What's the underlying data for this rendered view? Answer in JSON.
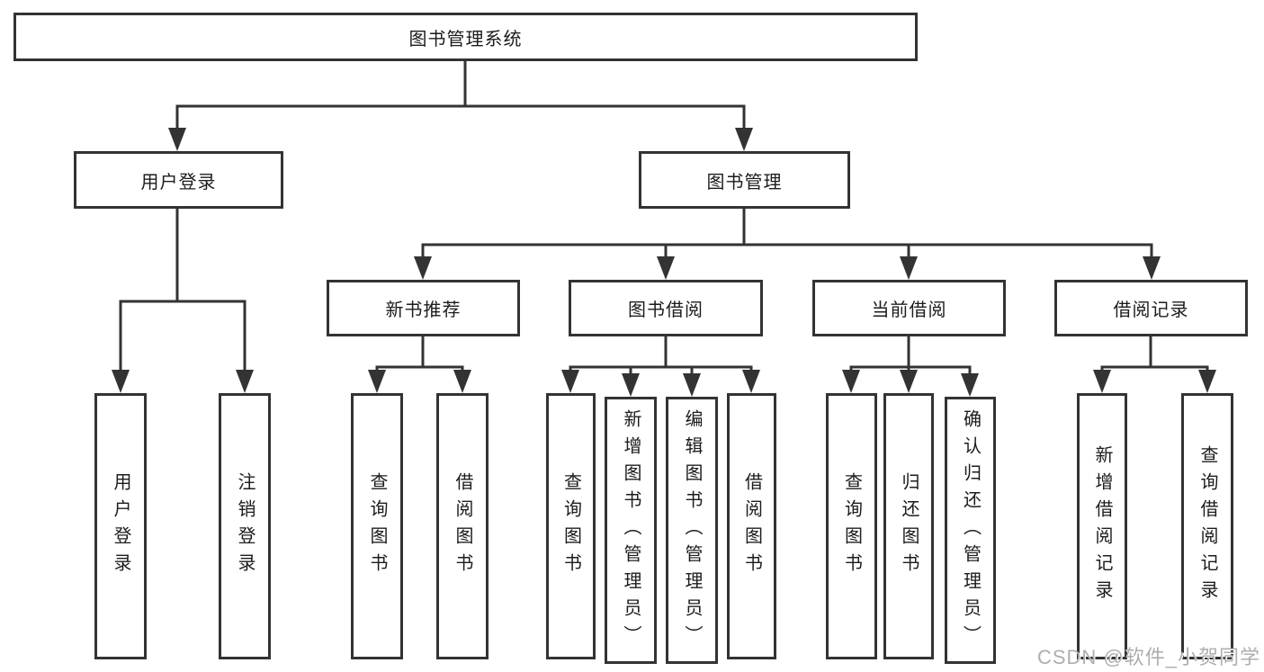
{
  "tree": {
    "root": {
      "label": "图书管理系统",
      "children": [
        {
          "label": "用户登录",
          "children": [
            {
              "label": "用户登录"
            },
            {
              "label": "注销登录"
            }
          ]
        },
        {
          "label": "图书管理",
          "children": [
            {
              "label": "新书推荐",
              "children": [
                {
                  "label": "查询图书"
                },
                {
                  "label": "借阅图书"
                }
              ]
            },
            {
              "label": "图书借阅",
              "children": [
                {
                  "label": "查询图书"
                },
                {
                  "label": "新增图书（管理员）"
                },
                {
                  "label": "编辑图书（管理员）"
                },
                {
                  "label": "借阅图书"
                }
              ]
            },
            {
              "label": "当前借阅",
              "children": [
                {
                  "label": "查询图书"
                },
                {
                  "label": "归还图书"
                },
                {
                  "label": "确认归还（管理员）"
                }
              ]
            },
            {
              "label": "借阅记录",
              "children": [
                {
                  "label": "新增借阅记录"
                },
                {
                  "label": "查询借阅记录"
                }
              ]
            }
          ]
        }
      ]
    }
  },
  "watermark": {
    "text": "CSDN @软件_小贺同学"
  },
  "colors": {
    "line": "#333333",
    "text": "#1c1c1c",
    "background": "#ffffff",
    "watermark": "#aeaeae"
  }
}
